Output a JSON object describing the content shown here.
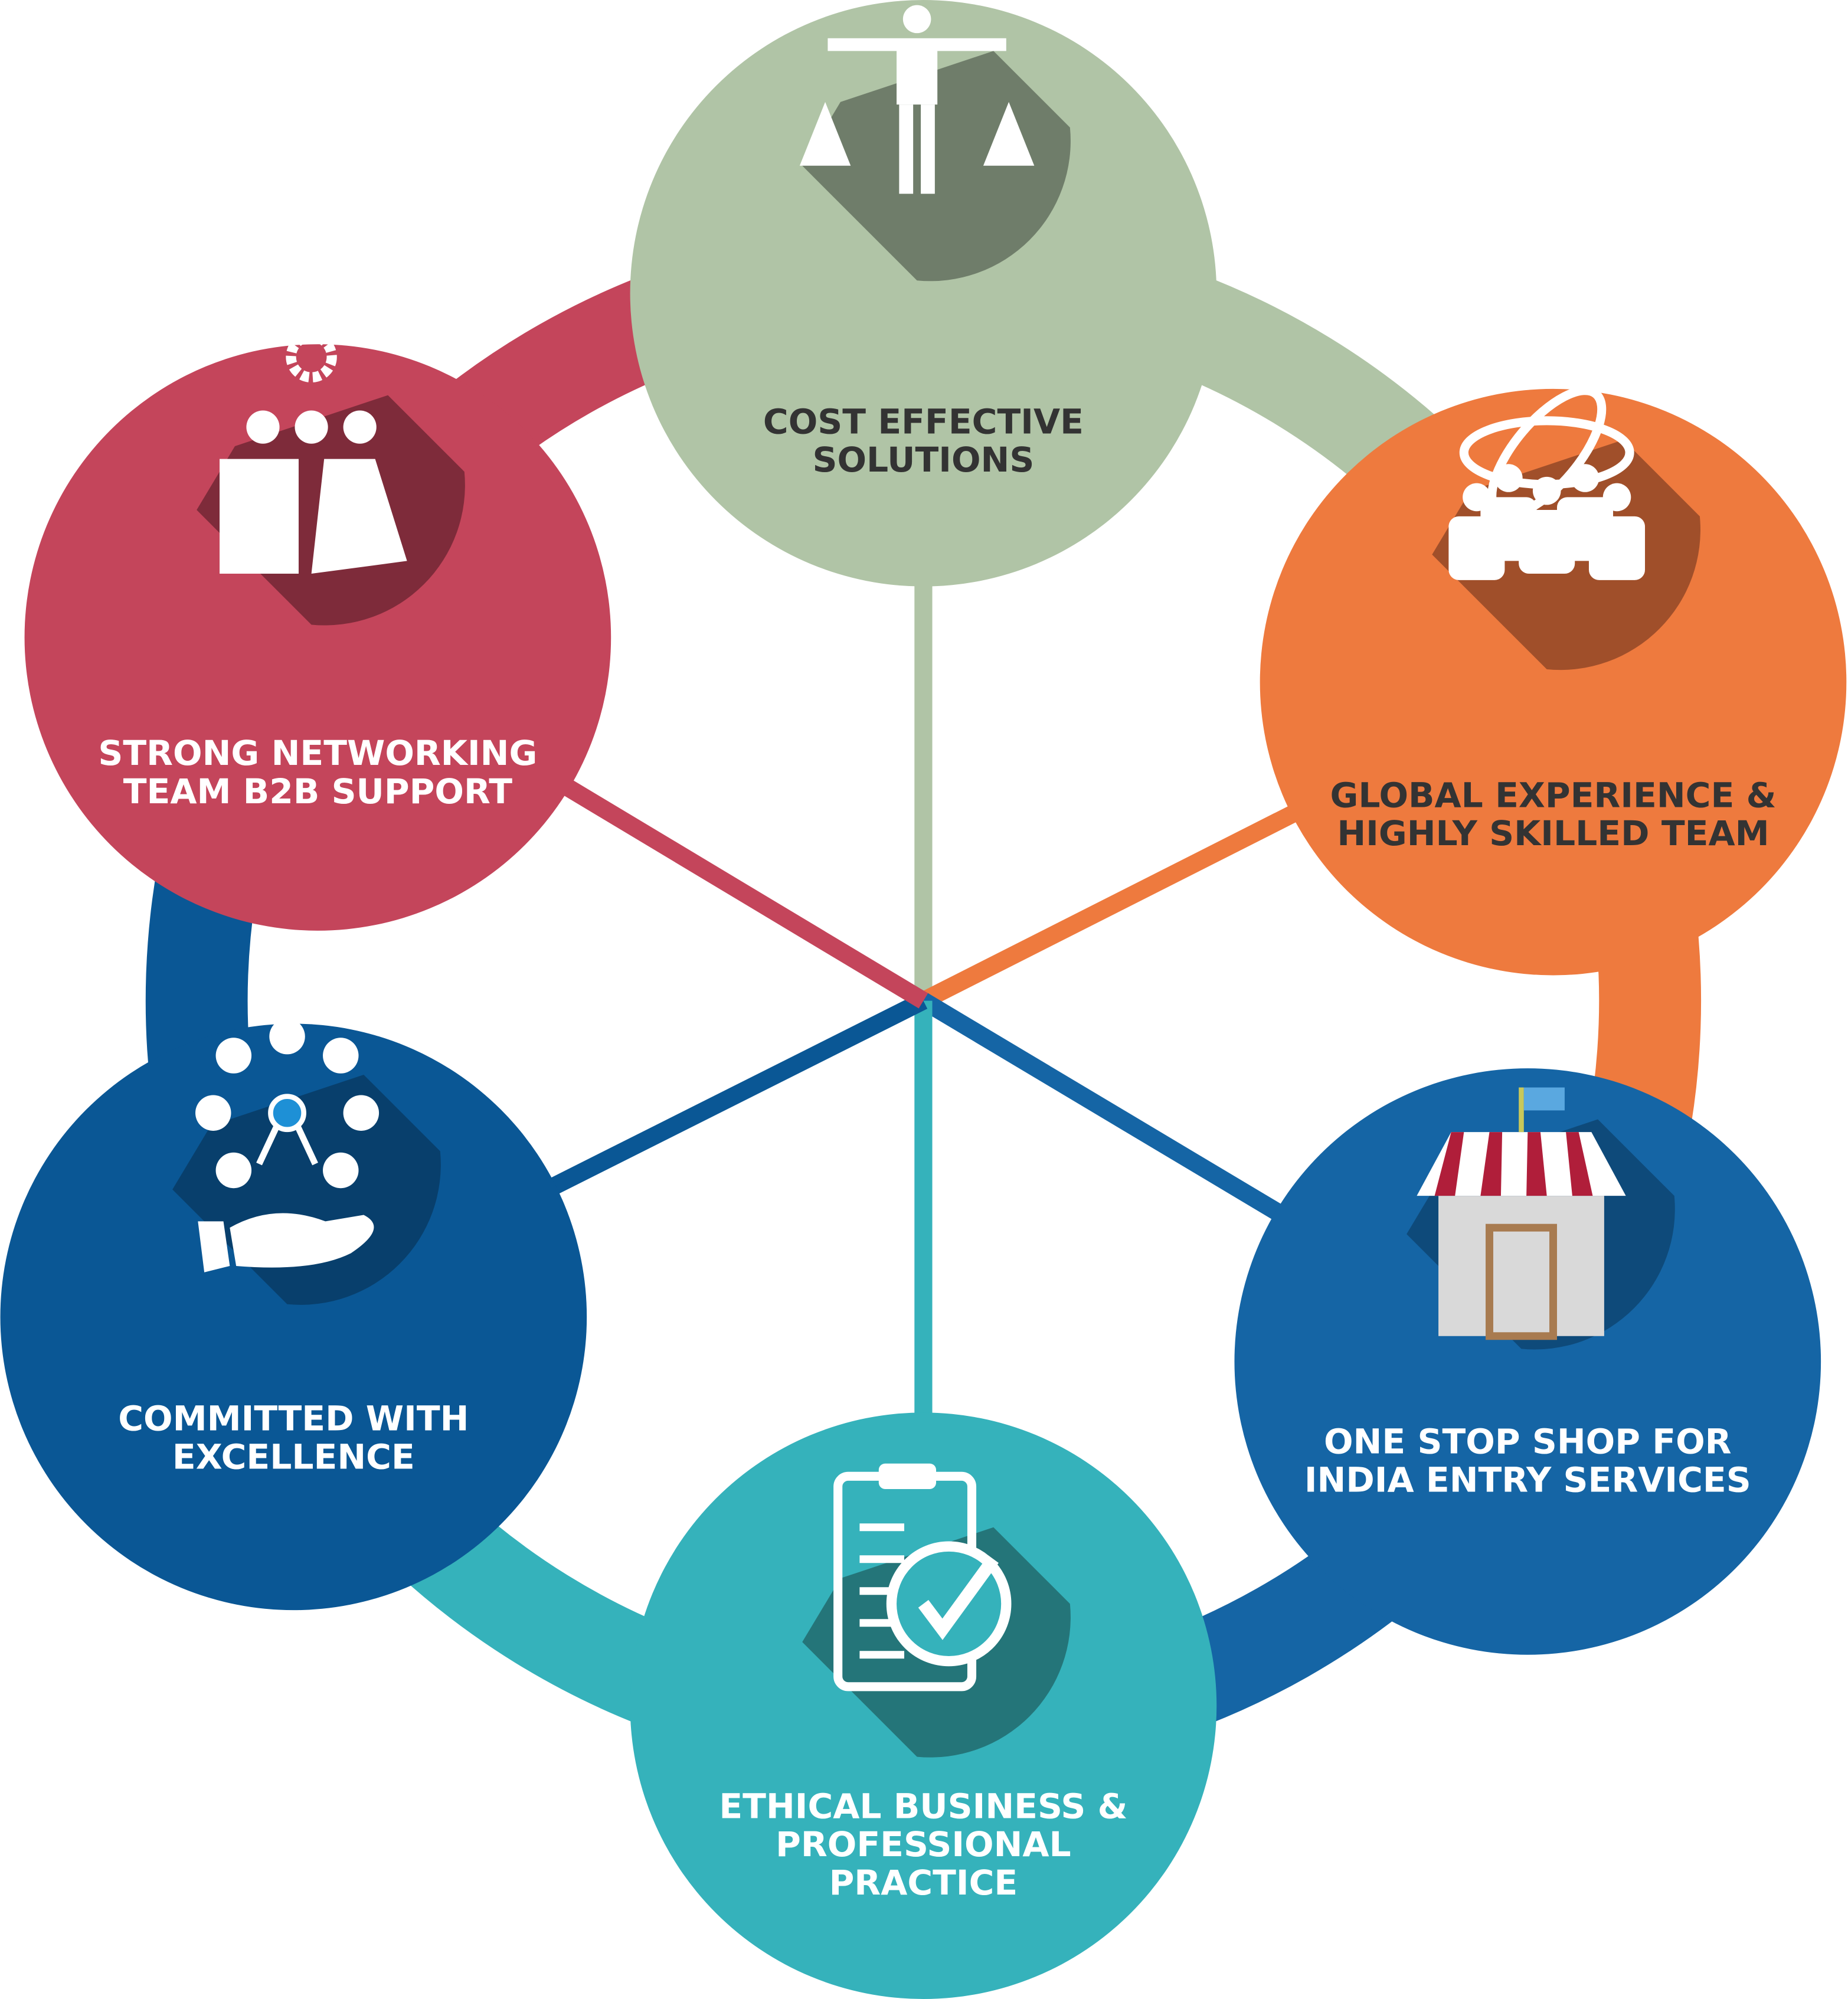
{
  "diagram": {
    "nodes": [
      {
        "id": "cost",
        "lines": [
          "COST EFFECTIVE",
          "SOLUTIONS"
        ],
        "color": "#b0c4a6",
        "shadow": "#6f7d6a",
        "text_color": "#333333",
        "icon": "balance-scale-icon"
      },
      {
        "id": "global",
        "lines": [
          "GLOBAL EXPERIENCE &",
          "HIGHLY SKILLED TEAM"
        ],
        "color": "#ee7a3e",
        "shadow": "#a04f2a",
        "text_color": "#333333",
        "icon": "team-network-icon"
      },
      {
        "id": "onestop",
        "lines": [
          "ONE STOP SHOP FOR",
          "INDIA ENTRY SERVICES"
        ],
        "color": "#1565a5",
        "shadow": "#0e4a7a",
        "text_color": "#ffffff",
        "icon": "storefront-icon"
      },
      {
        "id": "ethical",
        "lines": [
          "ETHICAL BUSINESS &",
          "PROFESSIONAL",
          "PRACTICE"
        ],
        "color": "#35b2bb",
        "shadow": "#247579",
        "text_color": "#ffffff",
        "icon": "clipboard-check-icon"
      },
      {
        "id": "committed",
        "lines": [
          "COMMITTED WITH",
          "EXCELLENCE"
        ],
        "color": "#0a5795",
        "shadow": "#083f6c",
        "text_color": "#ffffff",
        "icon": "hand-award-icon"
      },
      {
        "id": "networking",
        "lines": [
          "STRONG NETWORKING",
          "TEAM B2B SUPPORT"
        ],
        "color": "#c4455b",
        "shadow": "#7e2b3a",
        "text_color": "#ffffff",
        "icon": "networking-people-icon"
      }
    ]
  }
}
